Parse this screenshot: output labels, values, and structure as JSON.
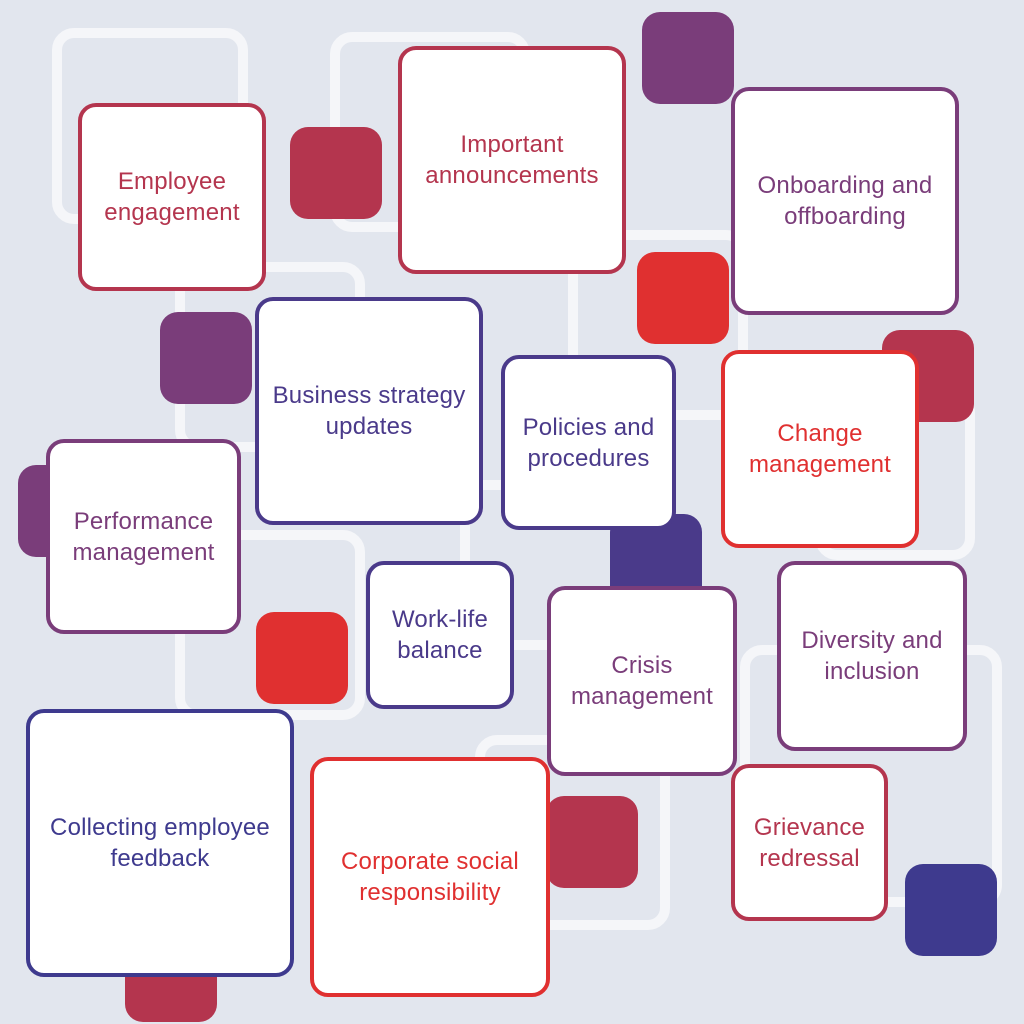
{
  "colors": {
    "background": "#e2e6ee",
    "outline": "#f5f6f9",
    "red": "#e03030",
    "crimson": "#b4354e",
    "purple": "#7a3d7a",
    "indigo": "#4a3a8a",
    "navy": "#3e3a8e"
  },
  "topics": [
    {
      "label": "Employee engagement",
      "accent": "crimson"
    },
    {
      "label": "Important announcements",
      "accent": "crimson"
    },
    {
      "label": "Onboarding and offboarding",
      "accent": "purple"
    },
    {
      "label": "Business strategy updates",
      "accent": "indigo"
    },
    {
      "label": "Policies and procedures",
      "accent": "indigo"
    },
    {
      "label": "Change management",
      "accent": "red"
    },
    {
      "label": "Performance management",
      "accent": "purple"
    },
    {
      "label": "Work-life balance",
      "accent": "indigo"
    },
    {
      "label": "Crisis management",
      "accent": "purple"
    },
    {
      "label": "Diversity and inclusion",
      "accent": "purple"
    },
    {
      "label": "Collecting employee feedback",
      "accent": "navy"
    },
    {
      "label": "Corporate social responsibility",
      "accent": "red"
    },
    {
      "label": "Grievance redressal",
      "accent": "crimson"
    }
  ]
}
